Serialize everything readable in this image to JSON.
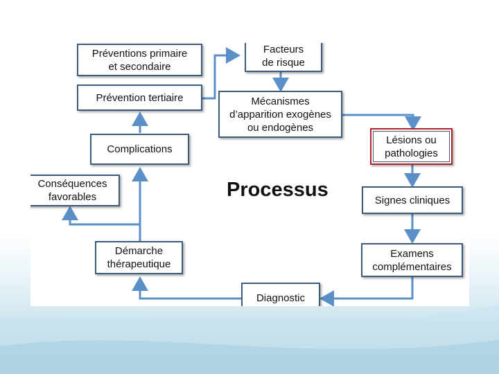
{
  "diagram": {
    "title": "Processus",
    "nodes": {
      "facteurs": "Facteurs\nde risque",
      "mecanismes": "Mécanismes\nd’apparition exogènes\nou endogènes",
      "lesions": "Lésions ou\npathologies",
      "signes": "Signes cliniques",
      "examens": "Examens\ncomplémentaires",
      "diagnostic": "Diagnostic",
      "demarche": "Démarche\nthérapeutique",
      "consequences": "Conséquences\nfavorables",
      "complications": "Complications",
      "prevention_tertiaire": "Prévention tertiaire",
      "preventions_primaire": "Préventions primaire\net secondaire"
    },
    "colors": {
      "arrow": "#5b8fc7",
      "box_border": "#3b5a7c",
      "highlight_border": "#b5202e"
    }
  }
}
